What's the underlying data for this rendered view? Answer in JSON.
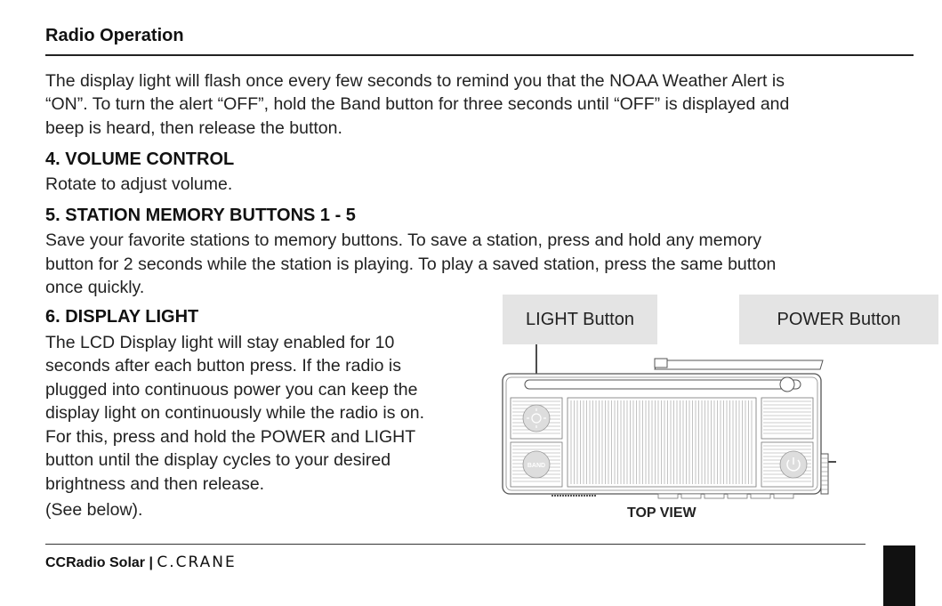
{
  "header": {
    "title": "Radio Operation"
  },
  "intro": {
    "lines": [
      "The display light will flash once every few seconds to remind you that the NOAA Weather Alert is",
      "“ON”. To turn the alert “OFF”, hold the Band button for three seconds until “OFF” is displayed and",
      "beep is heard, then release the button."
    ]
  },
  "section4": {
    "heading": "4. VOLUME CONTROL",
    "lines": [
      "Rotate to adjust volume."
    ]
  },
  "section5": {
    "heading": "5. STATION MEMORY BUTTONS 1 - 5",
    "lines": [
      "Save your favorite stations to memory buttons. To save a station, press and hold any memory",
      "button for 2 seconds while the station is playing. To play a saved station, press the same button",
      "once quickly."
    ]
  },
  "section6": {
    "heading": "6. DISPLAY LIGHT",
    "lines": [
      "The LCD Display light will stay enabled for 10",
      "seconds after each button press. If the radio is",
      "plugged into continuous power you can keep the",
      "display light on continuously while the radio is on.",
      "For this, press and hold the POWER and LIGHT",
      "button until the display cycles to your desired",
      "brightness and then release.",
      "(See below)."
    ]
  },
  "figure": {
    "light_callout": "LIGHT Button",
    "power_callout": "POWER Button",
    "band_label": "BAND",
    "caption": "TOP VIEW"
  },
  "footer": {
    "product": "CCRadio Solar |",
    "brand": "C.CRANE"
  }
}
